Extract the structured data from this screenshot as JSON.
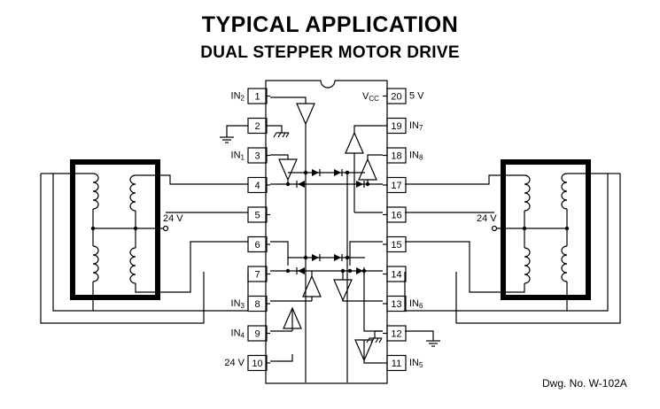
{
  "title": "TYPICAL APPLICATION",
  "subtitle": "DUAL STEPPER MOTOR DRIVE",
  "drawing_number": "Dwg. No. W-102A",
  "supply_label": "24 V",
  "left_pins": [
    {
      "num": "1",
      "label": "IN",
      "sub": "2"
    },
    {
      "num": "2",
      "label": "",
      "sub": ""
    },
    {
      "num": "3",
      "label": "IN",
      "sub": "1"
    },
    {
      "num": "4",
      "label": "",
      "sub": ""
    },
    {
      "num": "5",
      "label": "",
      "sub": ""
    },
    {
      "num": "6",
      "label": "",
      "sub": ""
    },
    {
      "num": "7",
      "label": "",
      "sub": ""
    },
    {
      "num": "8",
      "label": "IN",
      "sub": "3"
    },
    {
      "num": "9",
      "label": "IN",
      "sub": "4"
    },
    {
      "num": "10",
      "label": "24 V",
      "sub": ""
    }
  ],
  "right_pins": [
    {
      "num": "20",
      "label": "5 V",
      "sub": ""
    },
    {
      "num": "19",
      "label": "IN",
      "sub": "7"
    },
    {
      "num": "18",
      "label": "IN",
      "sub": "8"
    },
    {
      "num": "17",
      "label": "",
      "sub": ""
    },
    {
      "num": "16",
      "label": "",
      "sub": ""
    },
    {
      "num": "15",
      "label": "",
      "sub": ""
    },
    {
      "num": "14",
      "label": "",
      "sub": ""
    },
    {
      "num": "13",
      "label": "IN",
      "sub": "6"
    },
    {
      "num": "12",
      "label": "",
      "sub": ""
    },
    {
      "num": "11",
      "label": "IN",
      "sub": "5"
    }
  ],
  "vcc_label": "V",
  "vcc_sub": "CC"
}
